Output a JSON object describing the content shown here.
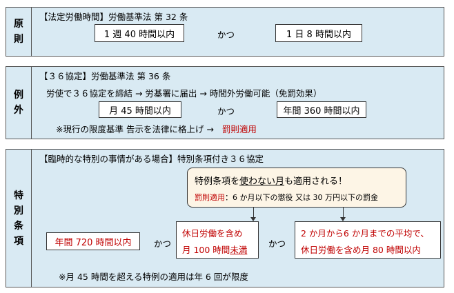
{
  "principle": {
    "label_chars": [
      "原",
      "則"
    ],
    "heading": "【法定労働時間】労働基準法 第 32 条",
    "box_left": "1 週 40 時間以内",
    "connector": "かつ",
    "box_right": "1 日 8 時間以内"
  },
  "exception": {
    "label_chars": [
      "例",
      "外"
    ],
    "heading": "【３６協定】労働基準法 第 36 条",
    "flow": "労使で３６協定を締結 → 労基署に届出 → 時間外労働可能（免罰効果）",
    "box_left": "月 45 時間以内",
    "connector": "かつ",
    "box_right": "年間 360 時間以内",
    "note_prefix": "※現行の限度基準 告示を法律に格上げ →",
    "note_red": "罰則適用"
  },
  "special": {
    "label_chars": [
      "特",
      "別",
      "条",
      "項"
    ],
    "heading": "【臨時的な特別の事情がある場合】特別条項付き３６協定",
    "callout_line1_a": "特例条項を",
    "callout_line1_u1": "使わない",
    "callout_line1_b": "月",
    "callout_line1_c": "も適用される！",
    "callout_line2_red": "罰則適用",
    "callout_line2_rest": "：6 か月以下の懲役 又は 30 万円以下の罰金",
    "box_annual": "年間 720 時間以内",
    "connector1": "かつ",
    "box_holiday_line1": "休日労働を含め",
    "box_holiday_line2_a": "月 100 時間",
    "box_holiday_line2_u": "未満",
    "connector2": "かつ",
    "box_avg_line1": "2 か月から6 か月までの平均で、",
    "box_avg_line2": "休日労働を含め月 80 時間以内",
    "footnote": "※月 45 時間を超える特例の適用は年 6 回が限度"
  },
  "colors": {
    "panel_bg": "#d9eaf3",
    "accent_red": "#c00000",
    "callout_bg": "#fdf5e6"
  }
}
